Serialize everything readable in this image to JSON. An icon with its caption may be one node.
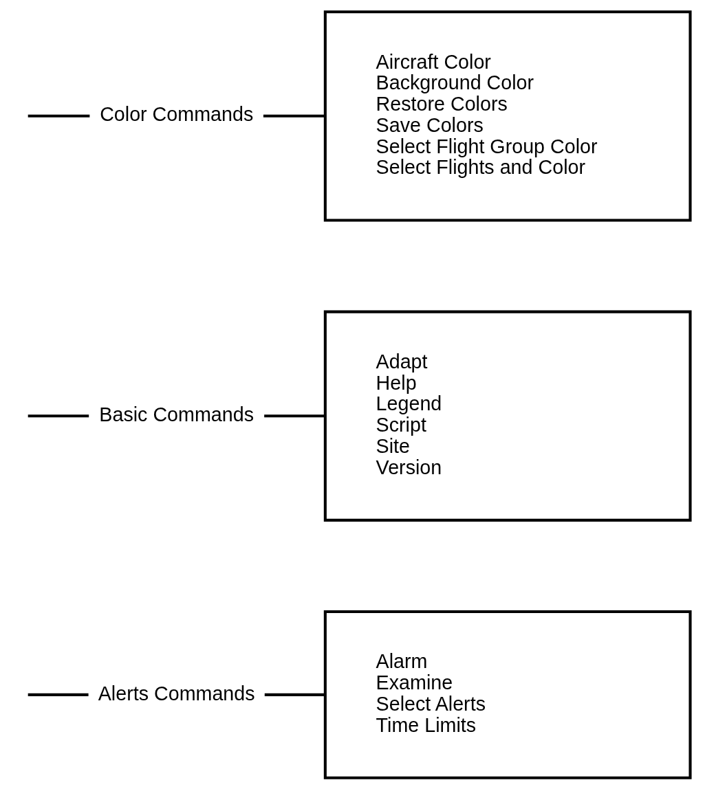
{
  "diagram": {
    "nodes": [
      {
        "text": [
          "Alerts Commands"
        ]
      },
      {
        "text": [
          "Alarm",
          "Examine",
          "Select Alerts",
          "Time Limits"
        ]
      },
      {
        "text": [
          "Basic Commands"
        ]
      },
      {
        "text": [
          "Adapt",
          "Help",
          "Legend",
          "Script",
          "Site",
          "Version"
        ]
      },
      {
        "text": [
          "Color Commands"
        ]
      },
      {
        "text": [
          "Aircraft Color",
          "Background Color",
          "Restore Colors",
          "Save Colors",
          "Select Flight Group Color",
          "Select Flights and Color"
        ]
      }
    ],
    "edges": [
      {
        "from": null,
        "to": 0,
        "arrow": "none"
      },
      {
        "from": 0,
        "to": 1,
        "arrow": "none"
      },
      {
        "from": null,
        "to": 2,
        "arrow": "none"
      },
      {
        "from": 2,
        "to": 3,
        "arrow": "none"
      },
      {
        "from": null,
        "to": 4,
        "arrow": "none"
      },
      {
        "from": 4,
        "to": 5,
        "arrow": "none"
      }
    ]
  }
}
